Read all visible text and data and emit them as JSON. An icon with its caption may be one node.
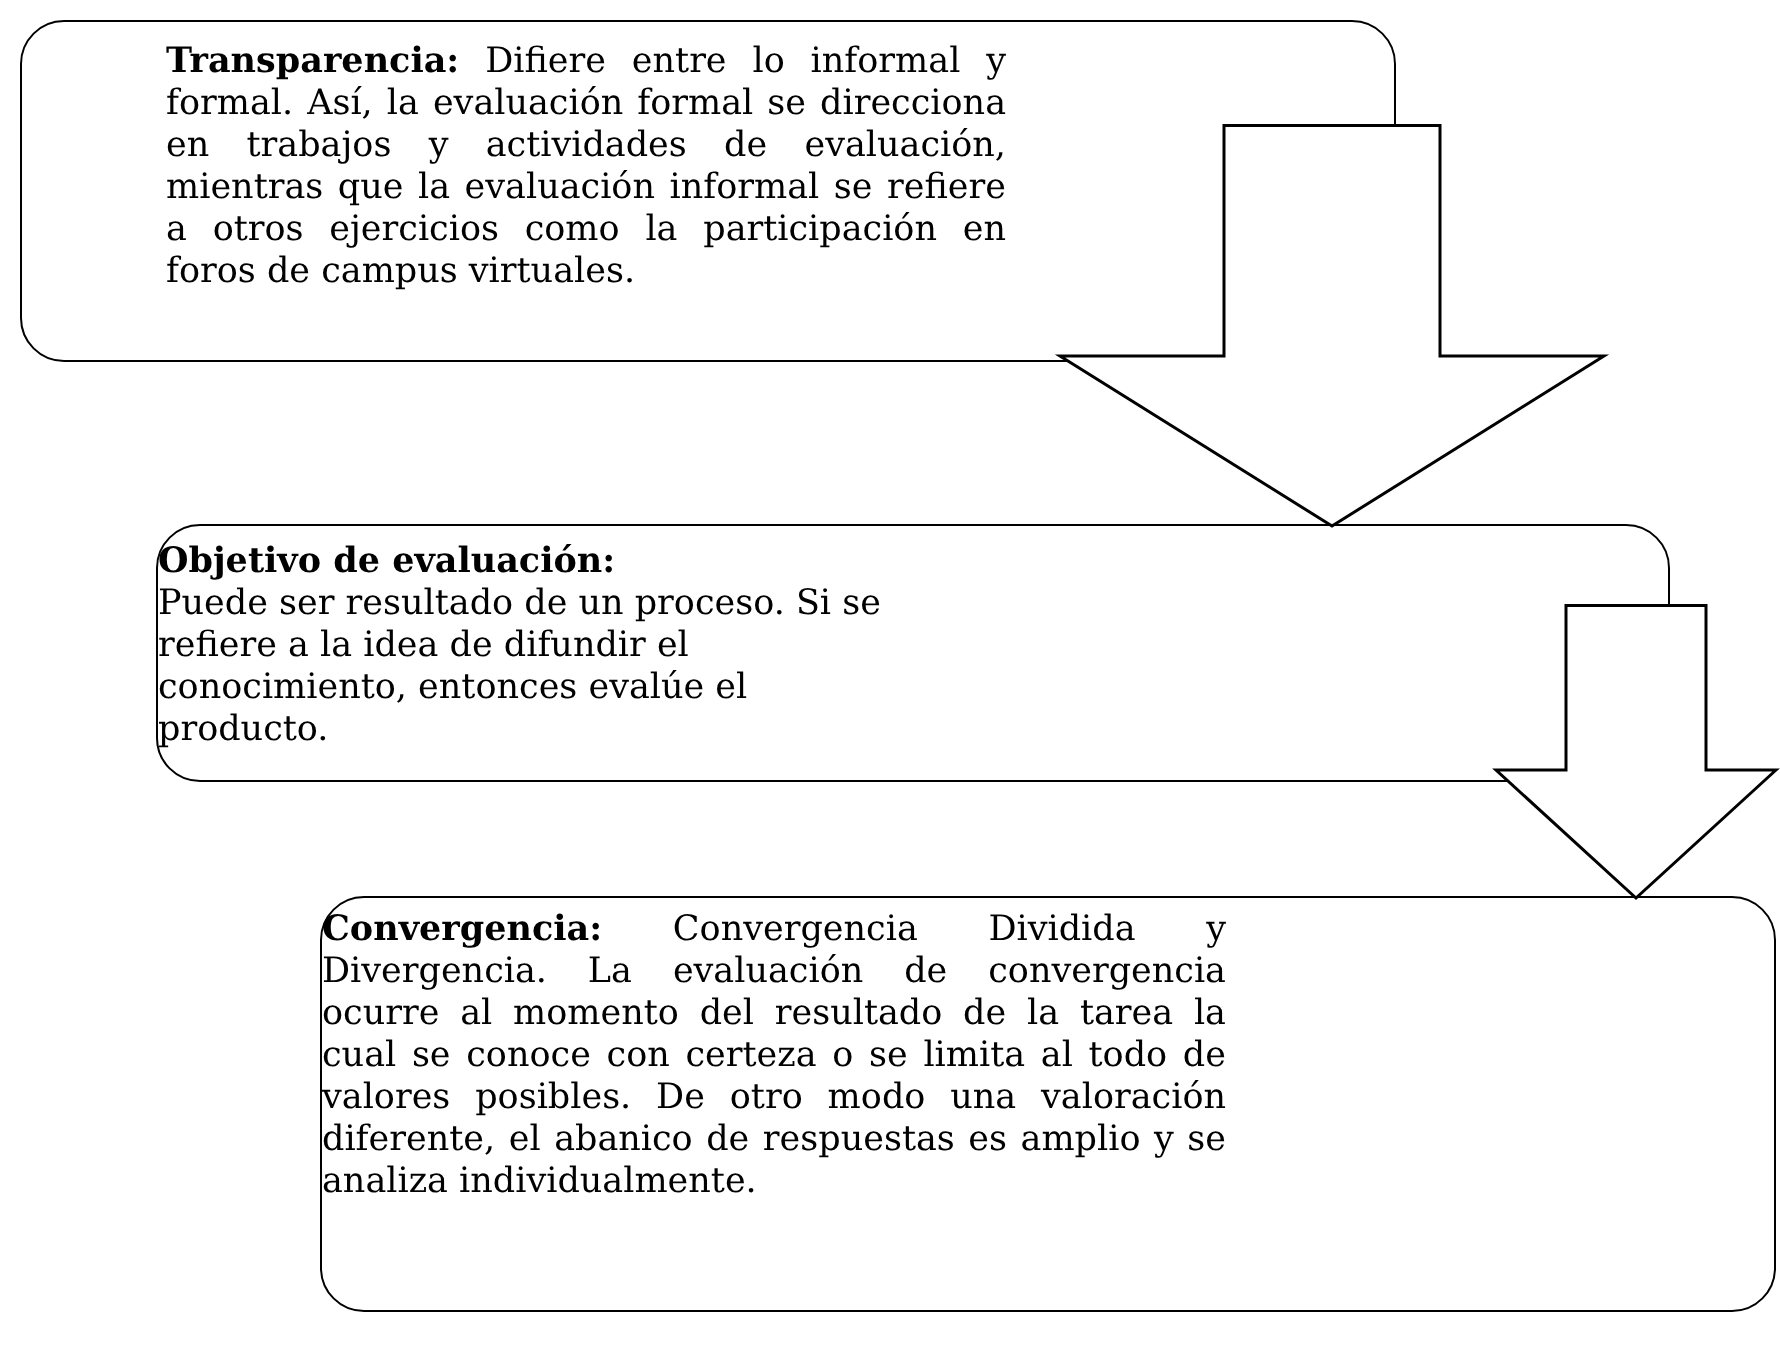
{
  "diagram": {
    "nodes": [
      {
        "text": [
          "Transparencia:",
          "Difiere entre lo informal y formal. Así, la evaluación formal se direcciona en trabajos y actividades de evaluación, mientras que la evaluación informal se refiere a otros ejercicios como la participación en foros de campus virtuales."
        ]
      },
      {
        "text": [
          "Objetivo de evaluación:",
          "Puede ser resultado de un proceso. Si se refiere a la idea de difundir el conocimiento, entonces evalúe el producto."
        ]
      },
      {
        "text": [
          "Convergencia:",
          "Convergencia Dividida y Divergencia. La evaluación de convergencia ocurre al momento del resultado de la tarea la cual se conoce con certeza o se limita al todo de valores posibles. De otro modo una valoración diferente, el abanico de respuestas es amplio y se analiza individualmente."
        ]
      }
    ],
    "edges": [
      {
        "from": 0,
        "to": 1,
        "arrow": "to"
      },
      {
        "from": 1,
        "to": 2,
        "arrow": "to"
      }
    ]
  }
}
